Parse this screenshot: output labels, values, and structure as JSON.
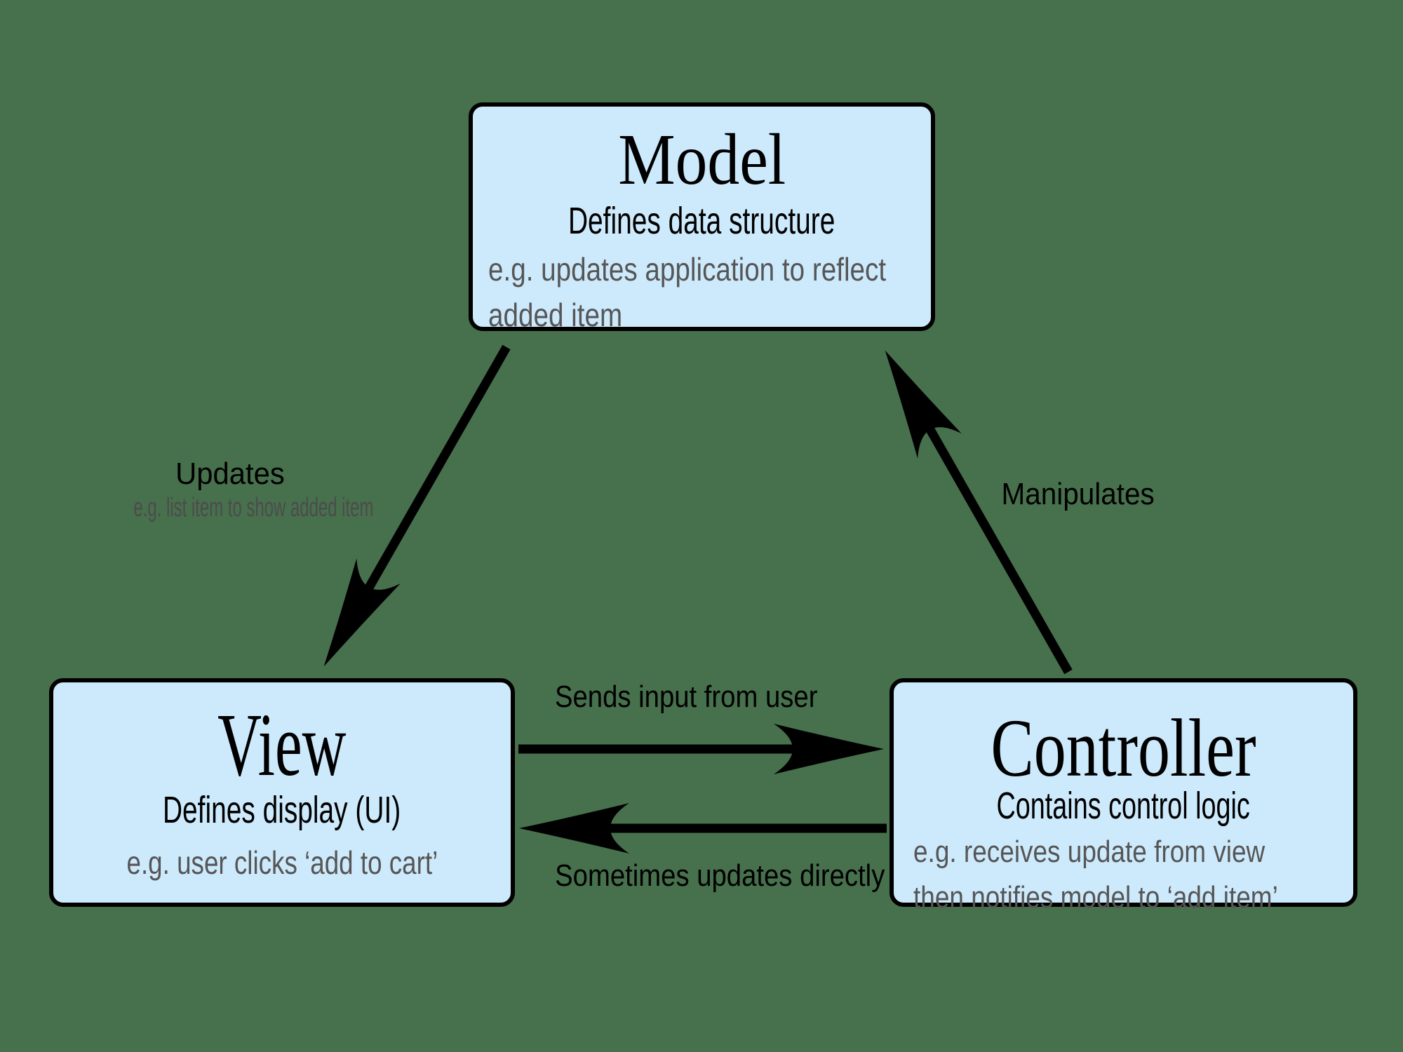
{
  "colors": {
    "background": "#47704d",
    "node_fill": "#cdeafc",
    "ink": "#000000",
    "secondary_text": "#565656"
  },
  "nodes": {
    "model": {
      "title": "Model",
      "subtitle": "Defines data structure",
      "example_lines": [
        "e.g. updates application to reflect",
        "added item"
      ]
    },
    "view": {
      "title": "View",
      "subtitle": "Defines display (UI)",
      "example_lines": [
        "e.g. user clicks ‘add to cart’"
      ]
    },
    "controller": {
      "title": "Controller",
      "subtitle": "Contains control logic",
      "example_lines": [
        "e.g. receives update from view",
        "then notifies model to ‘add item’"
      ]
    }
  },
  "arrows": {
    "model_to_view": {
      "label": "Updates",
      "sublabel": "e.g. list item to show added item"
    },
    "controller_to_model": {
      "label": "Manipulates"
    },
    "view_to_controller": {
      "label": "Sends input from user"
    },
    "controller_to_view": {
      "label": "Sometimes updates directly"
    }
  }
}
